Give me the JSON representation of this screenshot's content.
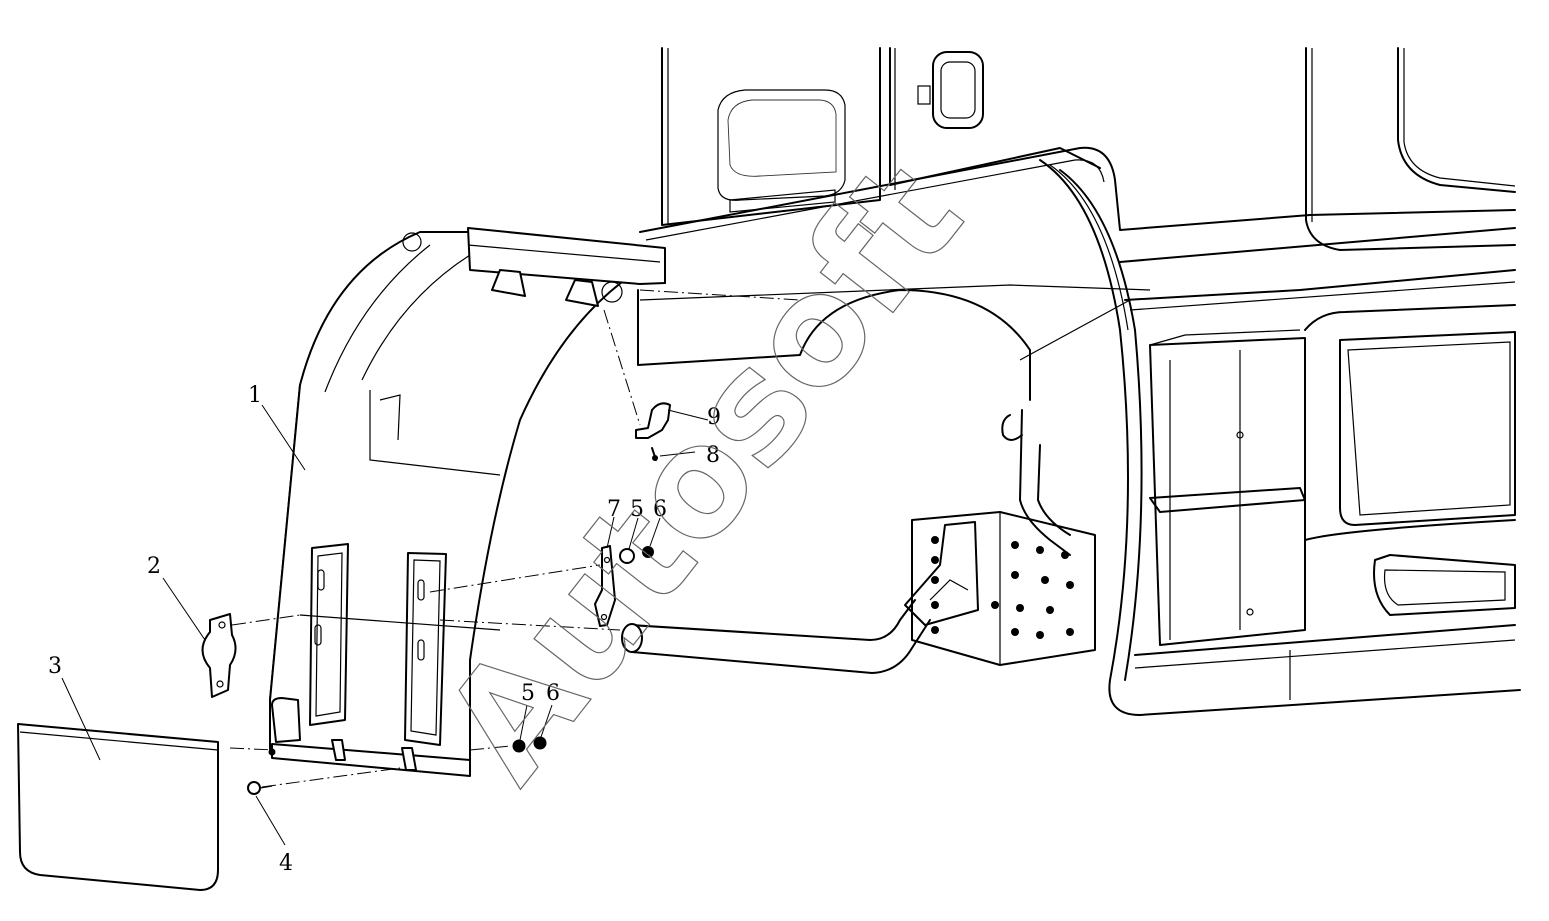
{
  "watermark": "Autosoft",
  "callouts": [
    {
      "id": "1",
      "label": "1"
    },
    {
      "id": "2",
      "label": "2"
    },
    {
      "id": "3",
      "label": "3"
    },
    {
      "id": "4",
      "label": "4"
    },
    {
      "id": "5a",
      "label": "5"
    },
    {
      "id": "6a",
      "label": "6"
    },
    {
      "id": "7",
      "label": "7"
    },
    {
      "id": "8",
      "label": "8"
    },
    {
      "id": "9",
      "label": "9"
    },
    {
      "id": "5b",
      "label": "5"
    },
    {
      "id": "6b",
      "label": "6"
    }
  ]
}
